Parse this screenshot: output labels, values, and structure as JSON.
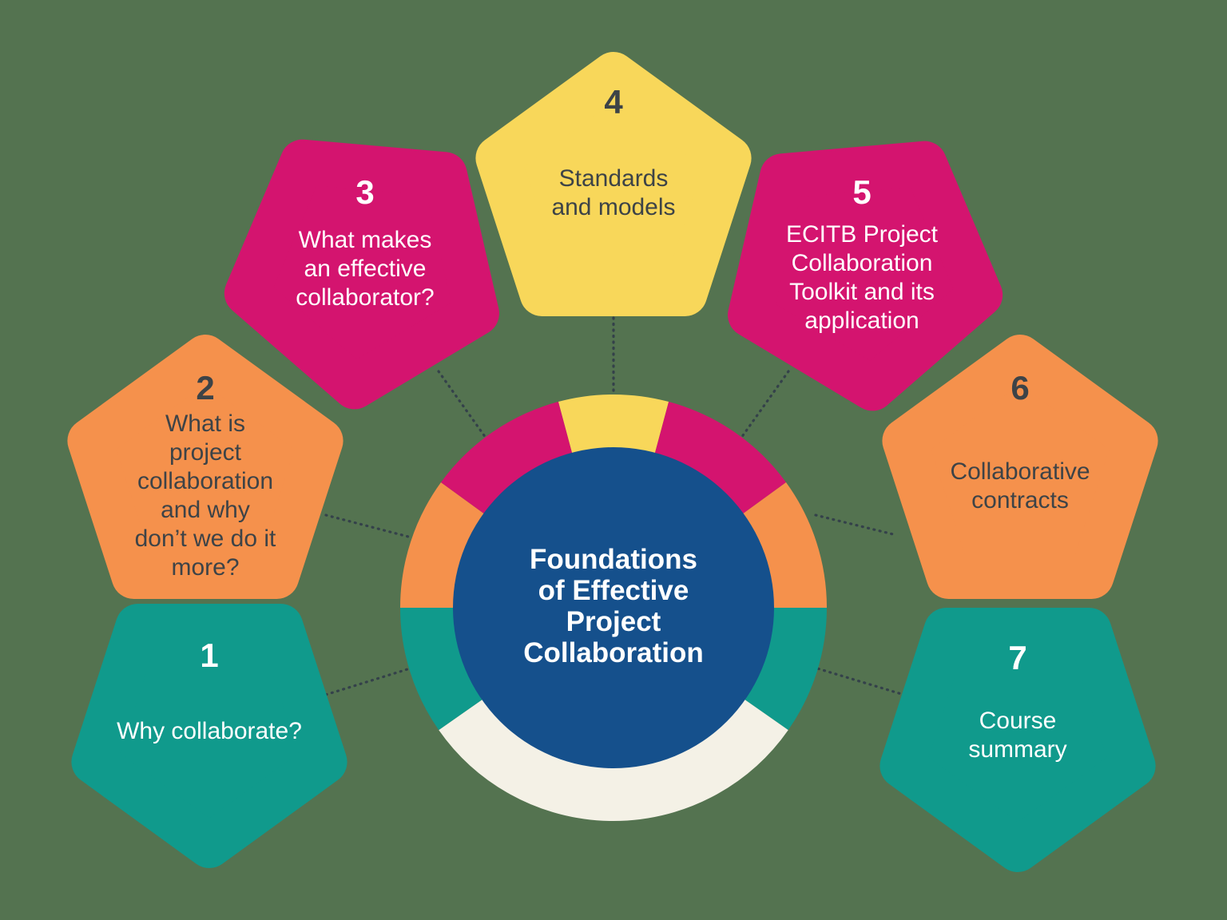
{
  "palette": {
    "background": "#547350",
    "teal": "#109A8C",
    "orange": "#F5914C",
    "pink": "#D4146F",
    "yellow": "#F8D75A",
    "navy": "#15508C",
    "cream": "#F4F1E6",
    "dark_text": "#3D4347",
    "white_text": "#FFFFFF",
    "connector": "#34414A"
  },
  "center": {
    "lines": [
      "Foundations",
      "of Effective",
      "Project",
      "Collaboration"
    ],
    "fill": "#15508C",
    "text_color": "#FFFFFF"
  },
  "ring": {
    "segment_names_clockwise_from_top": [
      "yellow",
      "pink",
      "orange",
      "teal",
      "cream",
      "teal",
      "orange",
      "pink"
    ],
    "segment_colors_clockwise_from_top": [
      "#F8D75A",
      "#D4146F",
      "#F5914C",
      "#109A8C",
      "#F4F1E6",
      "#109A8C",
      "#F5914C",
      "#D4146F"
    ]
  },
  "pentagons": [
    {
      "number": "1",
      "lines": [
        "Why collaborate?"
      ],
      "fill": "#109A8C",
      "text_color": "#FFFFFF"
    },
    {
      "number": "2",
      "lines": [
        "What is",
        "project",
        "collaboration",
        "and why",
        "don’t we do it",
        "more?"
      ],
      "fill": "#F5914C",
      "text_color": "#3D4347"
    },
    {
      "number": "3",
      "lines": [
        "What makes",
        "an effective",
        "collaborator?"
      ],
      "fill": "#D4146F",
      "text_color": "#FFFFFF"
    },
    {
      "number": "4",
      "lines": [
        "Standards",
        "and models"
      ],
      "fill": "#F8D75A",
      "text_color": "#3D4347"
    },
    {
      "number": "5",
      "lines": [
        "ECITB Project",
        "Collaboration",
        "Toolkit and its",
        "application"
      ],
      "fill": "#D4146F",
      "text_color": "#FFFFFF"
    },
    {
      "number": "6",
      "lines": [
        "Collaborative",
        "contracts"
      ],
      "fill": "#F5914C",
      "text_color": "#3D4347"
    },
    {
      "number": "7",
      "lines": [
        "Course",
        "summary"
      ],
      "fill": "#109A8C",
      "text_color": "#FFFFFF"
    }
  ]
}
